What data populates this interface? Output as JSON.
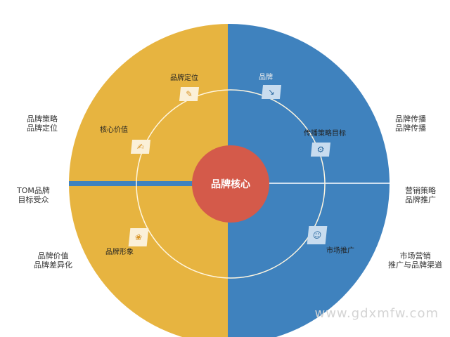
{
  "colors": {
    "left": "#e7b440",
    "right": "#3f82be",
    "center": "#d45a4a",
    "ring": "#fff6e0"
  },
  "center_label": "品牌核心",
  "inner_labels": {
    "top_left": "品牌定位",
    "mid_left": "核心价值",
    "bottom_left": "品牌形象",
    "top_right": "品牌",
    "mid_right": "传播策略目标",
    "bottom_right": "市场推广"
  },
  "outer_labels": {
    "left_1": {
      "title": "品牌策略",
      "sub": "品牌定位"
    },
    "left_2": {
      "title": "TOM品牌",
      "sub": "目标受众"
    },
    "left_3": {
      "title": "品牌价值",
      "sub": "品牌差异化"
    },
    "right_1": {
      "title": "品牌传播",
      "sub": "品牌传播"
    },
    "right_2": {
      "title": "营销策略",
      "sub": "品牌推广"
    },
    "right_3": {
      "title": "市场营销",
      "sub": "推广与品牌渠道"
    }
  },
  "watermark": "www.gdxmfw.com"
}
